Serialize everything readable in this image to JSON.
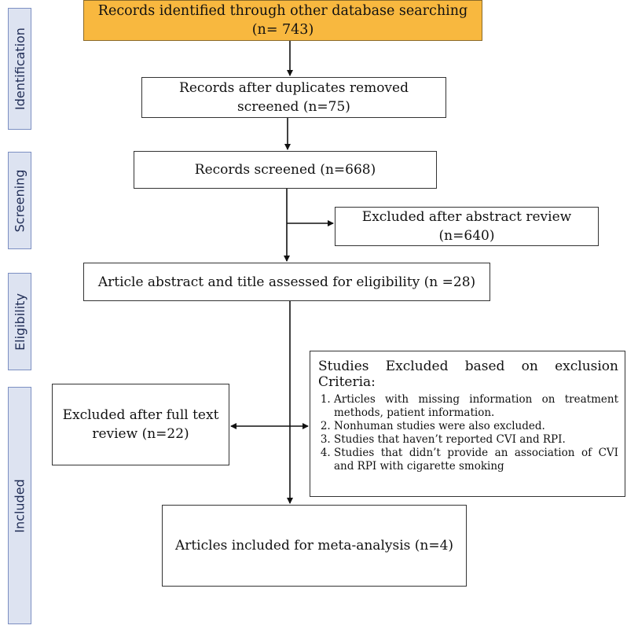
{
  "stages": {
    "identification": "Identification",
    "screening": "Screening",
    "eligibility": "Eligibility",
    "included": "Included"
  },
  "boxes": {
    "identified": {
      "line1": "Records identified through other database searching",
      "line2": "(n= 743)"
    },
    "duplicates": {
      "line1": "Records after duplicates removed",
      "line2": "screened (n=75)"
    },
    "screened": {
      "line1": "Records screened (n=668)"
    },
    "excluded_abstract": {
      "line1": "Excluded after abstract review",
      "line2": "(n=640)"
    },
    "assessed": {
      "line1": "Article abstract and title assessed for eligibility (n =28)"
    },
    "excluded_fulltext": {
      "line1": "Excluded after full text",
      "line2": "review (n=22)"
    },
    "included": {
      "line1": "Articles included for meta-analysis (n=4)"
    }
  },
  "criteria": {
    "title_line1": "Studies Excluded based on exclusion",
    "title_line2": "Criteria:",
    "items": [
      "Articles with missing information on treatment methods, patient information.",
      "Nonhuman studies were also excluded.",
      "Studies that haven’t reported CVI and RPI.",
      "Studies that didn’t provide an association of CVI and RPI with cigarette smoking"
    ]
  },
  "colors": {
    "top_box_fill": "#f8b83f",
    "stage_fill": "#dde3f1",
    "stage_border": "#7c8fc2"
  }
}
